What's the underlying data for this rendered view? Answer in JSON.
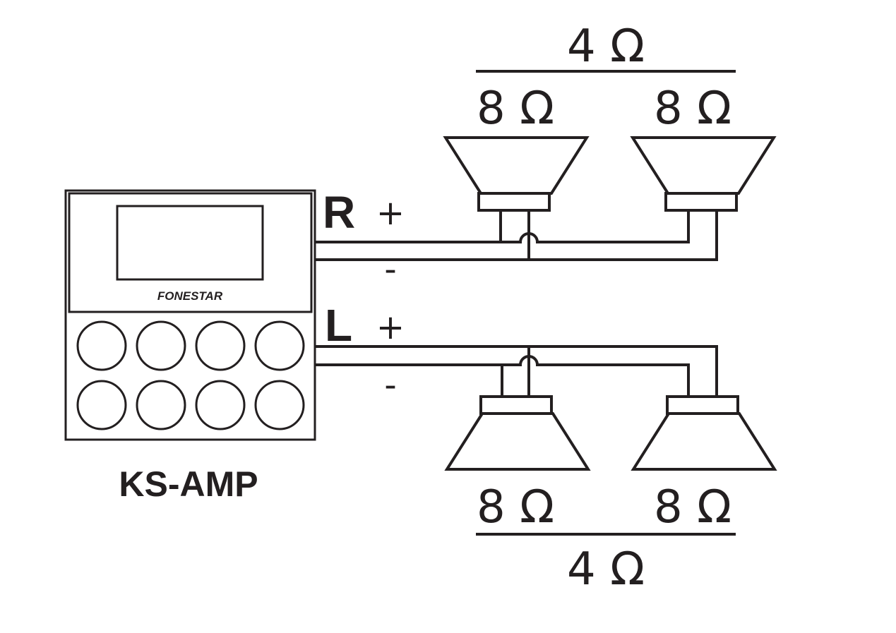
{
  "device": {
    "brand": "FONESTAR",
    "model": "KS-AMP"
  },
  "channels": {
    "right": {
      "label": "R",
      "plus": "+",
      "minus": "-"
    },
    "left": {
      "label": "L",
      "plus": "+",
      "minus": "-"
    }
  },
  "speakers": {
    "right_1": "8 Ω",
    "right_2": "8 Ω",
    "left_1": "8 Ω",
    "left_2": "8 Ω"
  },
  "totals": {
    "right": "4 Ω",
    "left": "4 Ω"
  },
  "colors": {
    "line": "#231f20",
    "background": "#ffffff"
  }
}
